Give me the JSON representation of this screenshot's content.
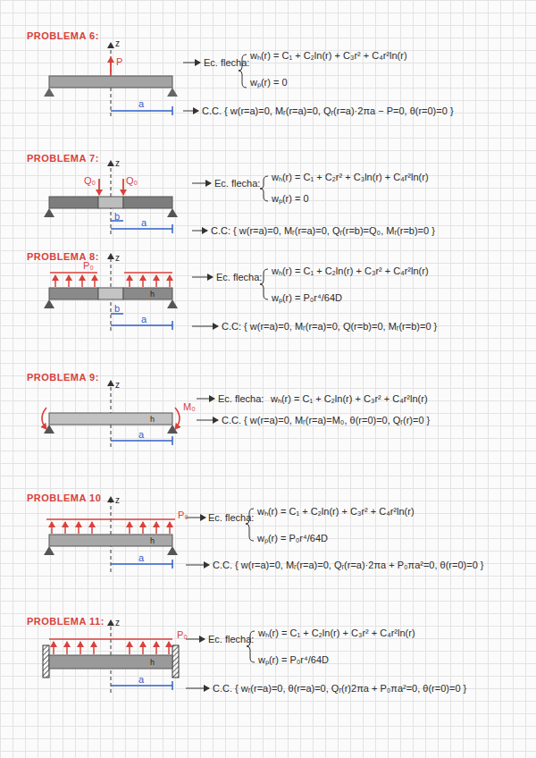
{
  "diagram": {
    "labels": [
      "PROBLEMA 6:",
      "z",
      "P",
      "a",
      "Ec. flecha:",
      "wₕ(r) = C₁ + C₂ln(r) + C₃r² + C₄r²ln(r)",
      "wₚ(r) = 0",
      "C.C. { w(r=a)=0, Mᵣ(r=a)=0, Qᵣ(r=a)·2πa − P=0, θ(r=0)=0 }",
      "PROBLEMA 7:",
      "z",
      "Q₀",
      "Q₀",
      "b",
      "a",
      "Ec. flecha:",
      "wₕ(r) = C₁ + C₂r² + C₃ln(r) + C₄r²ln(r)",
      "wₚ(r) = 0",
      "C.C: { w(r=a)=0, Mᵣ(r=a)=0, Qᵣ(r=b)=Q₀, Mᵣ(r=b)=0 }",
      "PROBLEMA 8:",
      "z",
      "P₀",
      "b",
      "h",
      "a",
      "Ec. flecha:",
      "wₕ(r) = C₁ + C₂ln(r) + C₃r² + C₄r²ln(r)",
      "wₚ(r) = P₀r⁴/64D",
      "C.C: { w(r=a)=0, Mᵣ(r=a)=0, Q(r=b)=0, Mᵣ(r=b)=0 }",
      "PROBLEMA 9:",
      "z",
      "h",
      "M₀",
      "a",
      "Ec. flecha:",
      "wₕ(r) = C₁ + C₂ln(r) + C₃r² + C₄r²ln(r)",
      "C.C. { w(r=a)=0, Mᵣ(r=a)=M₀, θ(r=0)=0, Qᵣ(r)=0 }",
      "PROBLEMA 10",
      "z",
      "P₀",
      "h",
      "a",
      "Ec. flecha:",
      "wₕ(r) = C₁ + C₂ln(r) + C₃r² + C₄r²ln(r)",
      "wₚ(r) = P₀r⁴/64D",
      "C.C. { w(r=a)=0, Mᵣ(r=a)=0, Qᵣ(r=a)·2πa + P₀πa²=0, θ(r=0)=0 }",
      "PROBLEMA 11:",
      "z",
      "P₀",
      "h",
      "a",
      "Ec. flecha:",
      "wₕ(r) = C₁ + C₂ln(r) + C₃r² + C₄r²ln(r)",
      "wₚ(r) = P₀r⁴/64D",
      "C.C. { wᵣ(r=a)=0, θ(r=a)=0, Qᵣ(r)2πa + P₀πa²=0, θ(r=0)=0 }"
    ]
  }
}
